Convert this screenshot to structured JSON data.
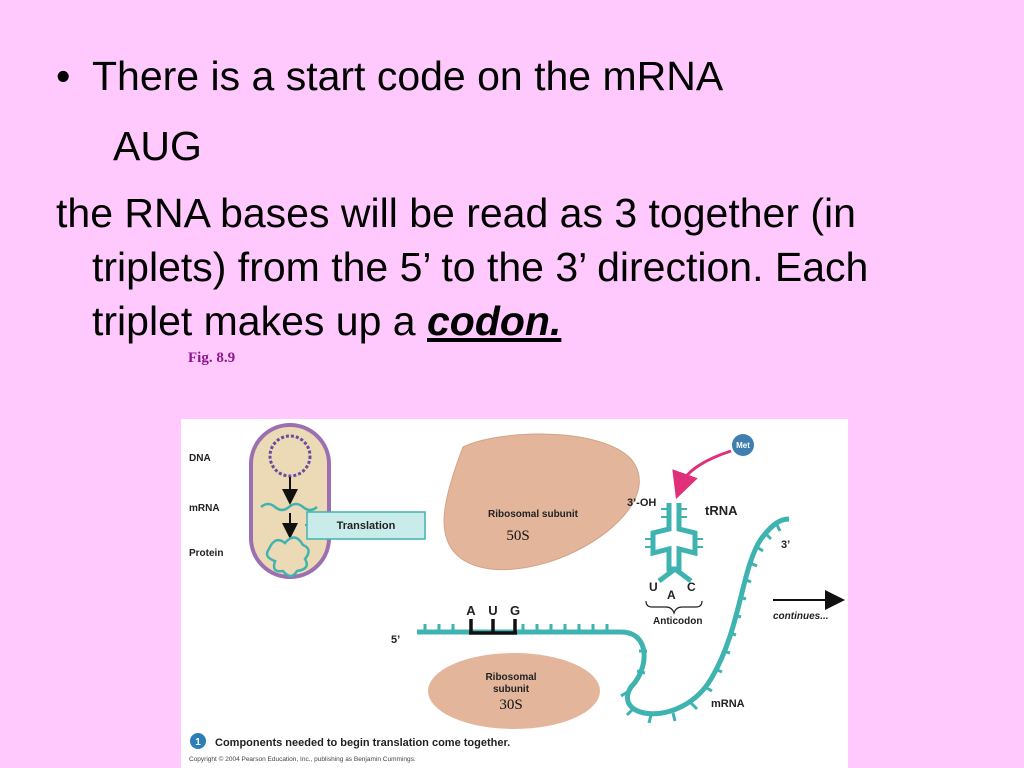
{
  "slide": {
    "bullet_symbol": "•",
    "bullet_text": "There is a start code on the mRNA",
    "start_code": "AUG",
    "para_line1": "the RNA bases will be read as 3 together (in",
    "para_line2": "triplets) from the 5’ to the 3’ direction. Each",
    "para_line3_prefix": "triplet makes up a ",
    "para_emphasis": "codon",
    "para_period": ".",
    "fig_caption": "Fig. 8.9"
  },
  "figure": {
    "cell_labels": {
      "dna": "DNA",
      "mrna": "mRNA",
      "protein": "Protein"
    },
    "translation_box": "Translation",
    "large_subunit": {
      "label": "Ribosomal subunit",
      "size": "50S"
    },
    "small_subunit": {
      "label_line1": "Ribosomal",
      "label_line2": "subunit",
      "size": "30S"
    },
    "trna": {
      "label": "tRNA",
      "end_label": "3’-OH",
      "amino_acid": "Met",
      "anticodon_label": "Anticodon",
      "anticodon_bases": [
        "U",
        "A",
        "C"
      ]
    },
    "mrna": {
      "codon_bases": [
        "A",
        "U",
        "G"
      ],
      "five_prime": "5’",
      "three_prime": "3’",
      "label": "mRNA",
      "continues": "continues..."
    },
    "step_number": "1",
    "step_caption": "Components needed to begin translation come together.",
    "copyright": "Copyright © 2004 Pearson Education, Inc., publishing as Benjamin Cummings."
  }
}
